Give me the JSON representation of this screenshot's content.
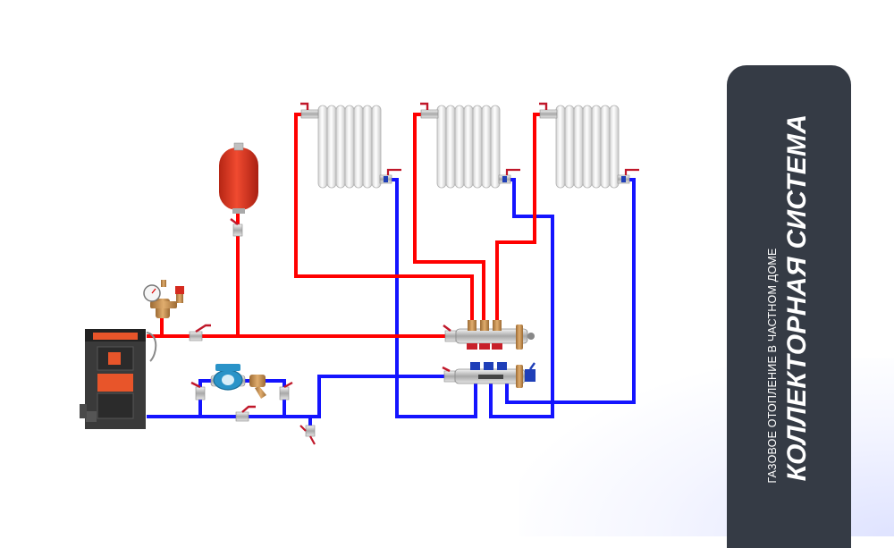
{
  "header": {
    "title": "КОЛЛЕКТОРНАЯ СИСТЕМА",
    "subtitle": "ГАЗОВОЕ ОТОПЛЕНИЕ В ЧАСТНОМ ДОМЕ"
  },
  "colors": {
    "supply_pipe": "#ff0000",
    "return_pipe": "#1414ff",
    "panel_background": "#353b45",
    "boiler_body": "#3a3a3a",
    "boiler_accent": "#e8552a",
    "expansion_tank": "#e53821",
    "brass": "#c8924e"
  },
  "components": {
    "boiler": "boiler",
    "expansion_tank": "expansion-tank",
    "safety_group": "safety-group",
    "pump": "circulation-pump",
    "strainer": "strainer",
    "manifold_supply": "supply-manifold",
    "manifold_return": "return-manifold",
    "radiators": [
      "radiator-1",
      "radiator-2",
      "radiator-3"
    ]
  }
}
